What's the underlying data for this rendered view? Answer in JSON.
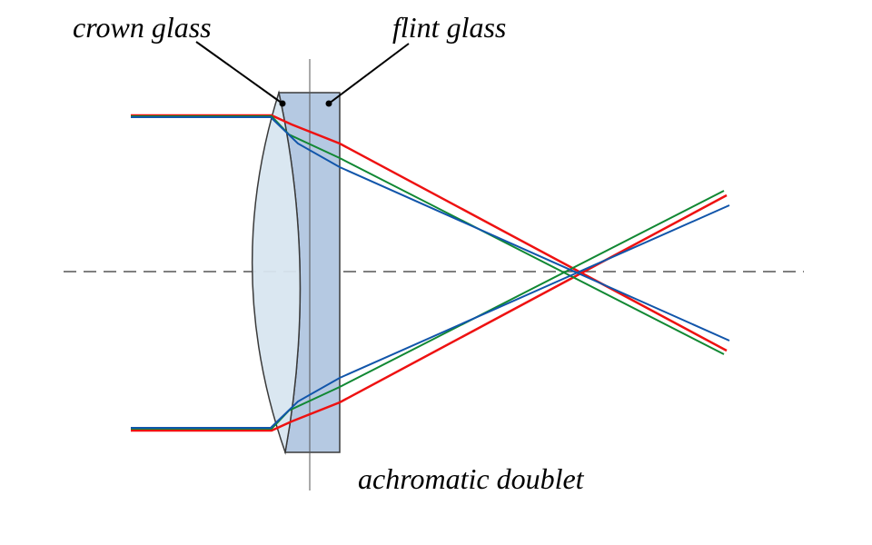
{
  "labels": {
    "crown": "crown glass",
    "flint": "flint glass",
    "doublet": "achromatic doublet"
  },
  "colors": {
    "background": "#ffffff",
    "axis": "#555555",
    "outline": "#3a3a3a",
    "crown_fill": "#d8e6f0",
    "flint_fill": "#b5c9e2",
    "ray_red": "#ee1111",
    "ray_green": "#118833",
    "ray_blue": "#1155aa"
  }
}
